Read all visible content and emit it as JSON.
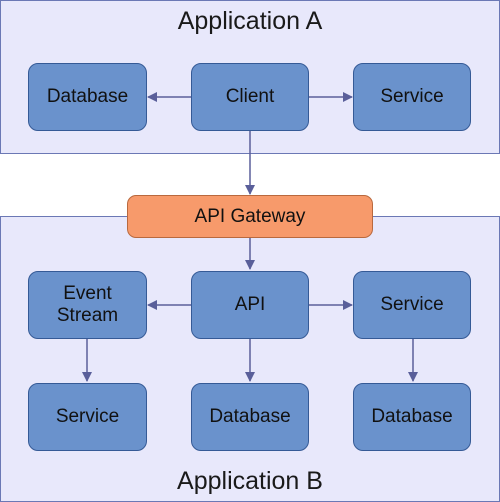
{
  "colors": {
    "region_fill": "#e8e8fb",
    "region_border": "#6b78b5",
    "box_fill": "#6a92cc",
    "box_border": "#355a96",
    "gateway_fill": "#f79a6b",
    "gateway_border": "#b9693e",
    "arrow": "#5a5f9a"
  },
  "application_a": {
    "title": "Application A",
    "database": "Database",
    "client": "Client",
    "service": "Service"
  },
  "gateway": {
    "label": "API Gateway"
  },
  "application_b": {
    "title": "Application B",
    "event_stream": "Event\nStream",
    "api": "API",
    "service_top": "Service",
    "service_bottom": "Service",
    "database_middle": "Database",
    "database_right": "Database"
  }
}
